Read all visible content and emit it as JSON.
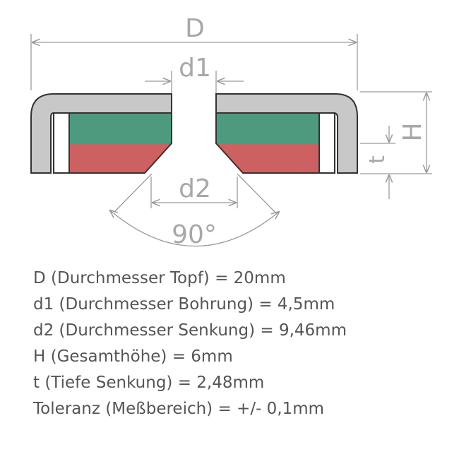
{
  "dimension_labels": {
    "D": "D",
    "d1": "d1",
    "d2": "d2",
    "H": "H",
    "t": "t",
    "angle": "90°"
  },
  "colors": {
    "housing": "#c8c8c8",
    "outline": "#333333",
    "magnet_north": "#4e9a7f",
    "magnet_south": "#cd6161",
    "dimension_lines": "#9a9a9a",
    "text": "#555555"
  },
  "specs": [
    "D (Durchmesser Topf) = 20mm",
    "d1 (Durchmesser Bohrung) = 4,5mm",
    "d2 (Durchmesser Senkung) = 9,46mm",
    "H (Gesamthöhe) = 6mm",
    "t (Tiefe Senkung) = 2,48mm",
    "Toleranz (Meßbereich) = +/- 0,1mm"
  ]
}
